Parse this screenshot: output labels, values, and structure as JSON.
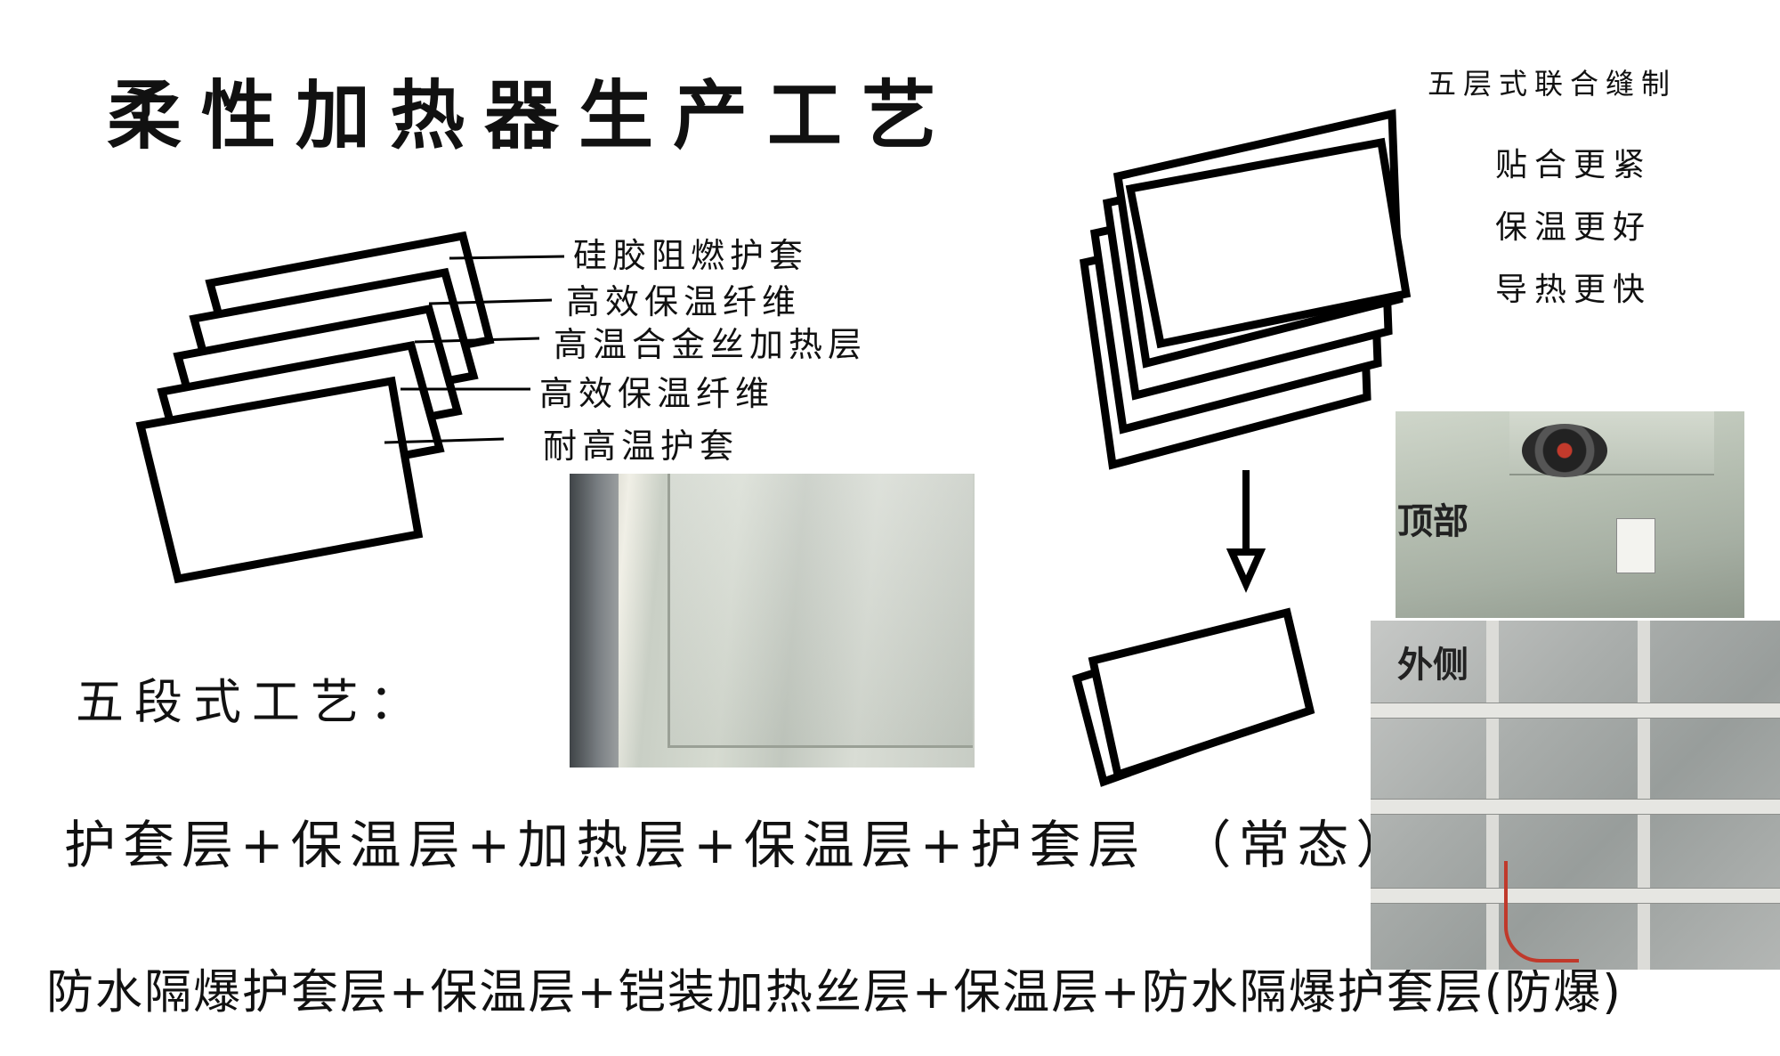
{
  "title": "柔性加热器生产工艺",
  "layers": {
    "labels": [
      "硅胶阻燃护套",
      "高效保温纤维",
      "高温合金丝加热层",
      "高效保温纤维",
      "耐高温护套"
    ]
  },
  "sections": {
    "five_section_title": "五段式工艺：",
    "normal_formula": "护套层+保温层+加热层+保温层+护套层　（常态）",
    "explosion_formula": "防水隔爆护套层+保温层+铠装加热丝层+保温层+防水隔爆护套层(防爆)"
  },
  "side": {
    "process_name": "五层式联合缝制",
    "benefits": [
      "贴合更紧",
      "保温更好",
      "导热更快"
    ]
  },
  "photos": {
    "top_label": "顶部",
    "side_label": "外侧"
  }
}
